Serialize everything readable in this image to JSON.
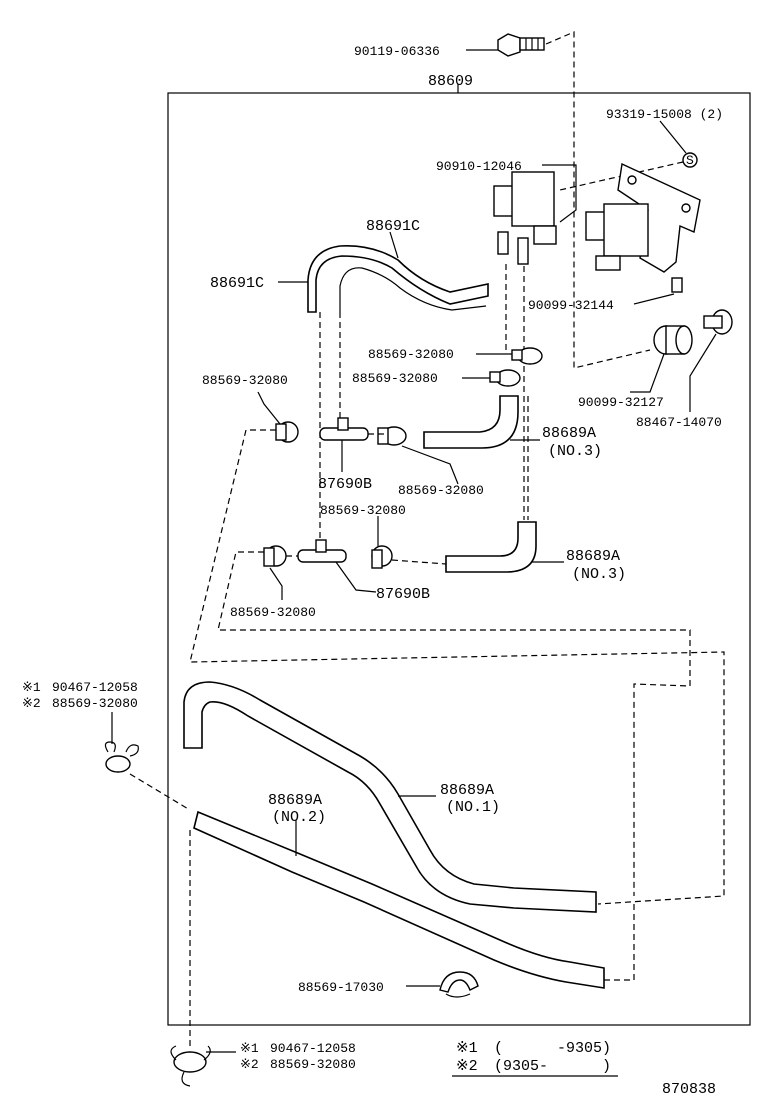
{
  "diagram": {
    "assembly_no": "88609",
    "figure_no": "870838",
    "labels": {
      "bolt": "90119-06336",
      "nut": "93319-15008 (2)",
      "vsv": "90910-12046",
      "hose_c_upper": "88691C",
      "hose_c_left": "88691C",
      "grommet_small": "90099-32144",
      "grommet_large": "90099-32127",
      "pin": "88467-14070",
      "clamp_a": "88569-32080",
      "clamp_b": "88569-32080",
      "clamp_left": "88569-32080",
      "clamp_mid": "88569-32080",
      "clamp_mid2": "88569-32080",
      "clamp_lower_left": "88569-32080",
      "tee_upper": "87690B",
      "tee_lower": "87690B",
      "hose_no3_upper": "88689A",
      "hose_no3_upper_sub": "(NO.3)",
      "hose_no3_lower": "88689A",
      "hose_no3_lower_sub": "(NO.3)",
      "hose_no1": "88689A",
      "hose_no1_sub": "(NO.1)",
      "hose_no2": "88689A",
      "hose_no2_sub": "(NO.2)",
      "clip_17030": "88569-17030"
    },
    "notes_left_top": {
      "line1_mark": "※1",
      "line1_part": "90467-12058",
      "line2_mark": "※2",
      "line2_part": "88569-32080"
    },
    "notes_bottom": {
      "line1_mark": "※1",
      "line1_part": "90467-12058",
      "line2_mark": "※2",
      "line2_part": "88569-32080"
    },
    "legend": {
      "row1_mark": "※1",
      "row1_text": "(      -9305)",
      "row2_mark": "※2",
      "row2_text": "(9305-      )"
    }
  }
}
